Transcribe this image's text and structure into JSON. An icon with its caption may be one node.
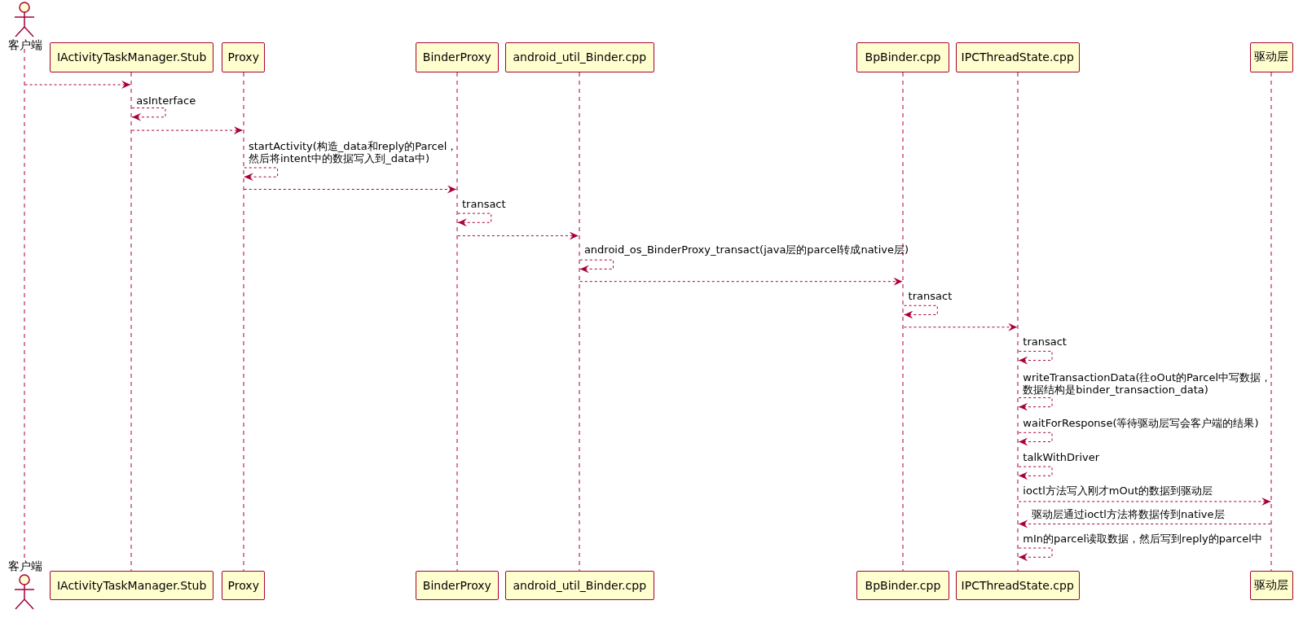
{
  "diagram": {
    "nodes": [
      {
        "text": [
          "客户端"
        ]
      },
      {
        "text": [
          "IActivityTaskManager.Stub"
        ]
      },
      {
        "text": [
          "Proxy"
        ]
      },
      {
        "text": [
          "BinderProxy"
        ]
      },
      {
        "text": [
          "android_util_Binder.cpp"
        ]
      },
      {
        "text": [
          "BpBinder.cpp"
        ]
      },
      {
        "text": [
          "IPCThreadState.cpp"
        ]
      },
      {
        "text": [
          "驱动层"
        ]
      },
      {
        "text": [],
        "shape": "line"
      },
      {
        "text": [],
        "shape": "line"
      },
      {
        "text": [],
        "shape": "line"
      },
      {
        "text": [],
        "shape": "line"
      },
      {
        "text": [],
        "shape": "line"
      },
      {
        "text": [],
        "shape": "line"
      },
      {
        "text": [],
        "shape": "line"
      },
      {
        "text": [],
        "shape": "line"
      },
      {
        "text": [
          "客户端"
        ]
      },
      {
        "text": [
          "IActivityTaskManager.Stub"
        ]
      },
      {
        "text": [
          "Proxy"
        ]
      },
      {
        "text": [
          "BinderProxy"
        ]
      },
      {
        "text": [
          "android_util_Binder.cpp"
        ]
      },
      {
        "text": [
          "BpBinder.cpp"
        ]
      },
      {
        "text": [
          "IPCThreadState.cpp"
        ]
      },
      {
        "text": [
          "驱动层"
        ]
      }
    ],
    "edges": [
      {
        "from": 8,
        "to": 9,
        "arrow": "to"
      },
      {
        "from": 9,
        "to": 9,
        "arrow": "to",
        "label": "asInterface"
      },
      {
        "from": 9,
        "to": 10,
        "arrow": "to"
      },
      {
        "from": 10,
        "to": 10,
        "arrow": "to",
        "label": "startActivity(构造_data和reply的Parcel，然后将intent中的数据写入到_data中)"
      },
      {
        "from": 10,
        "to": 11,
        "arrow": "to"
      },
      {
        "from": 11,
        "to": 11,
        "arrow": "to",
        "label": "transact"
      },
      {
        "from": 11,
        "to": 12,
        "arrow": "to"
      },
      {
        "from": 12,
        "to": 12,
        "arrow": "to",
        "label": "android_os_BinderProxy_transact(java层的parcel转成native层)"
      },
      {
        "from": 12,
        "to": 13,
        "arrow": "to"
      },
      {
        "from": 13,
        "to": 13,
        "arrow": "to",
        "label": "transact"
      },
      {
        "from": 13,
        "to": 14,
        "arrow": "to"
      },
      {
        "from": 14,
        "to": 14,
        "arrow": "to",
        "label": "transact"
      },
      {
        "from": 14,
        "to": 14,
        "arrow": "to",
        "label": "writeTransactionData(往oOut的Parcel中写数据，数据结构是binder_transaction_data)"
      },
      {
        "from": 14,
        "to": 14,
        "arrow": "to",
        "label": "waitForResponse(等待驱动层写会客户端的结果)"
      },
      {
        "from": 14,
        "to": 14,
        "arrow": "to",
        "label": "talkWithDriver"
      },
      {
        "from": 14,
        "to": 15,
        "arrow": "to",
        "label": "ioctl方法写入刚才mOut的数据到驱动层"
      },
      {
        "from": 15,
        "to": 14,
        "arrow": "to",
        "label": "驱动层通过ioctl方法将数据传到native层"
      },
      {
        "from": 14,
        "to": 14,
        "arrow": "to",
        "label": "mIn的parcel读取数据，然后写到reply的parcel中"
      }
    ]
  }
}
